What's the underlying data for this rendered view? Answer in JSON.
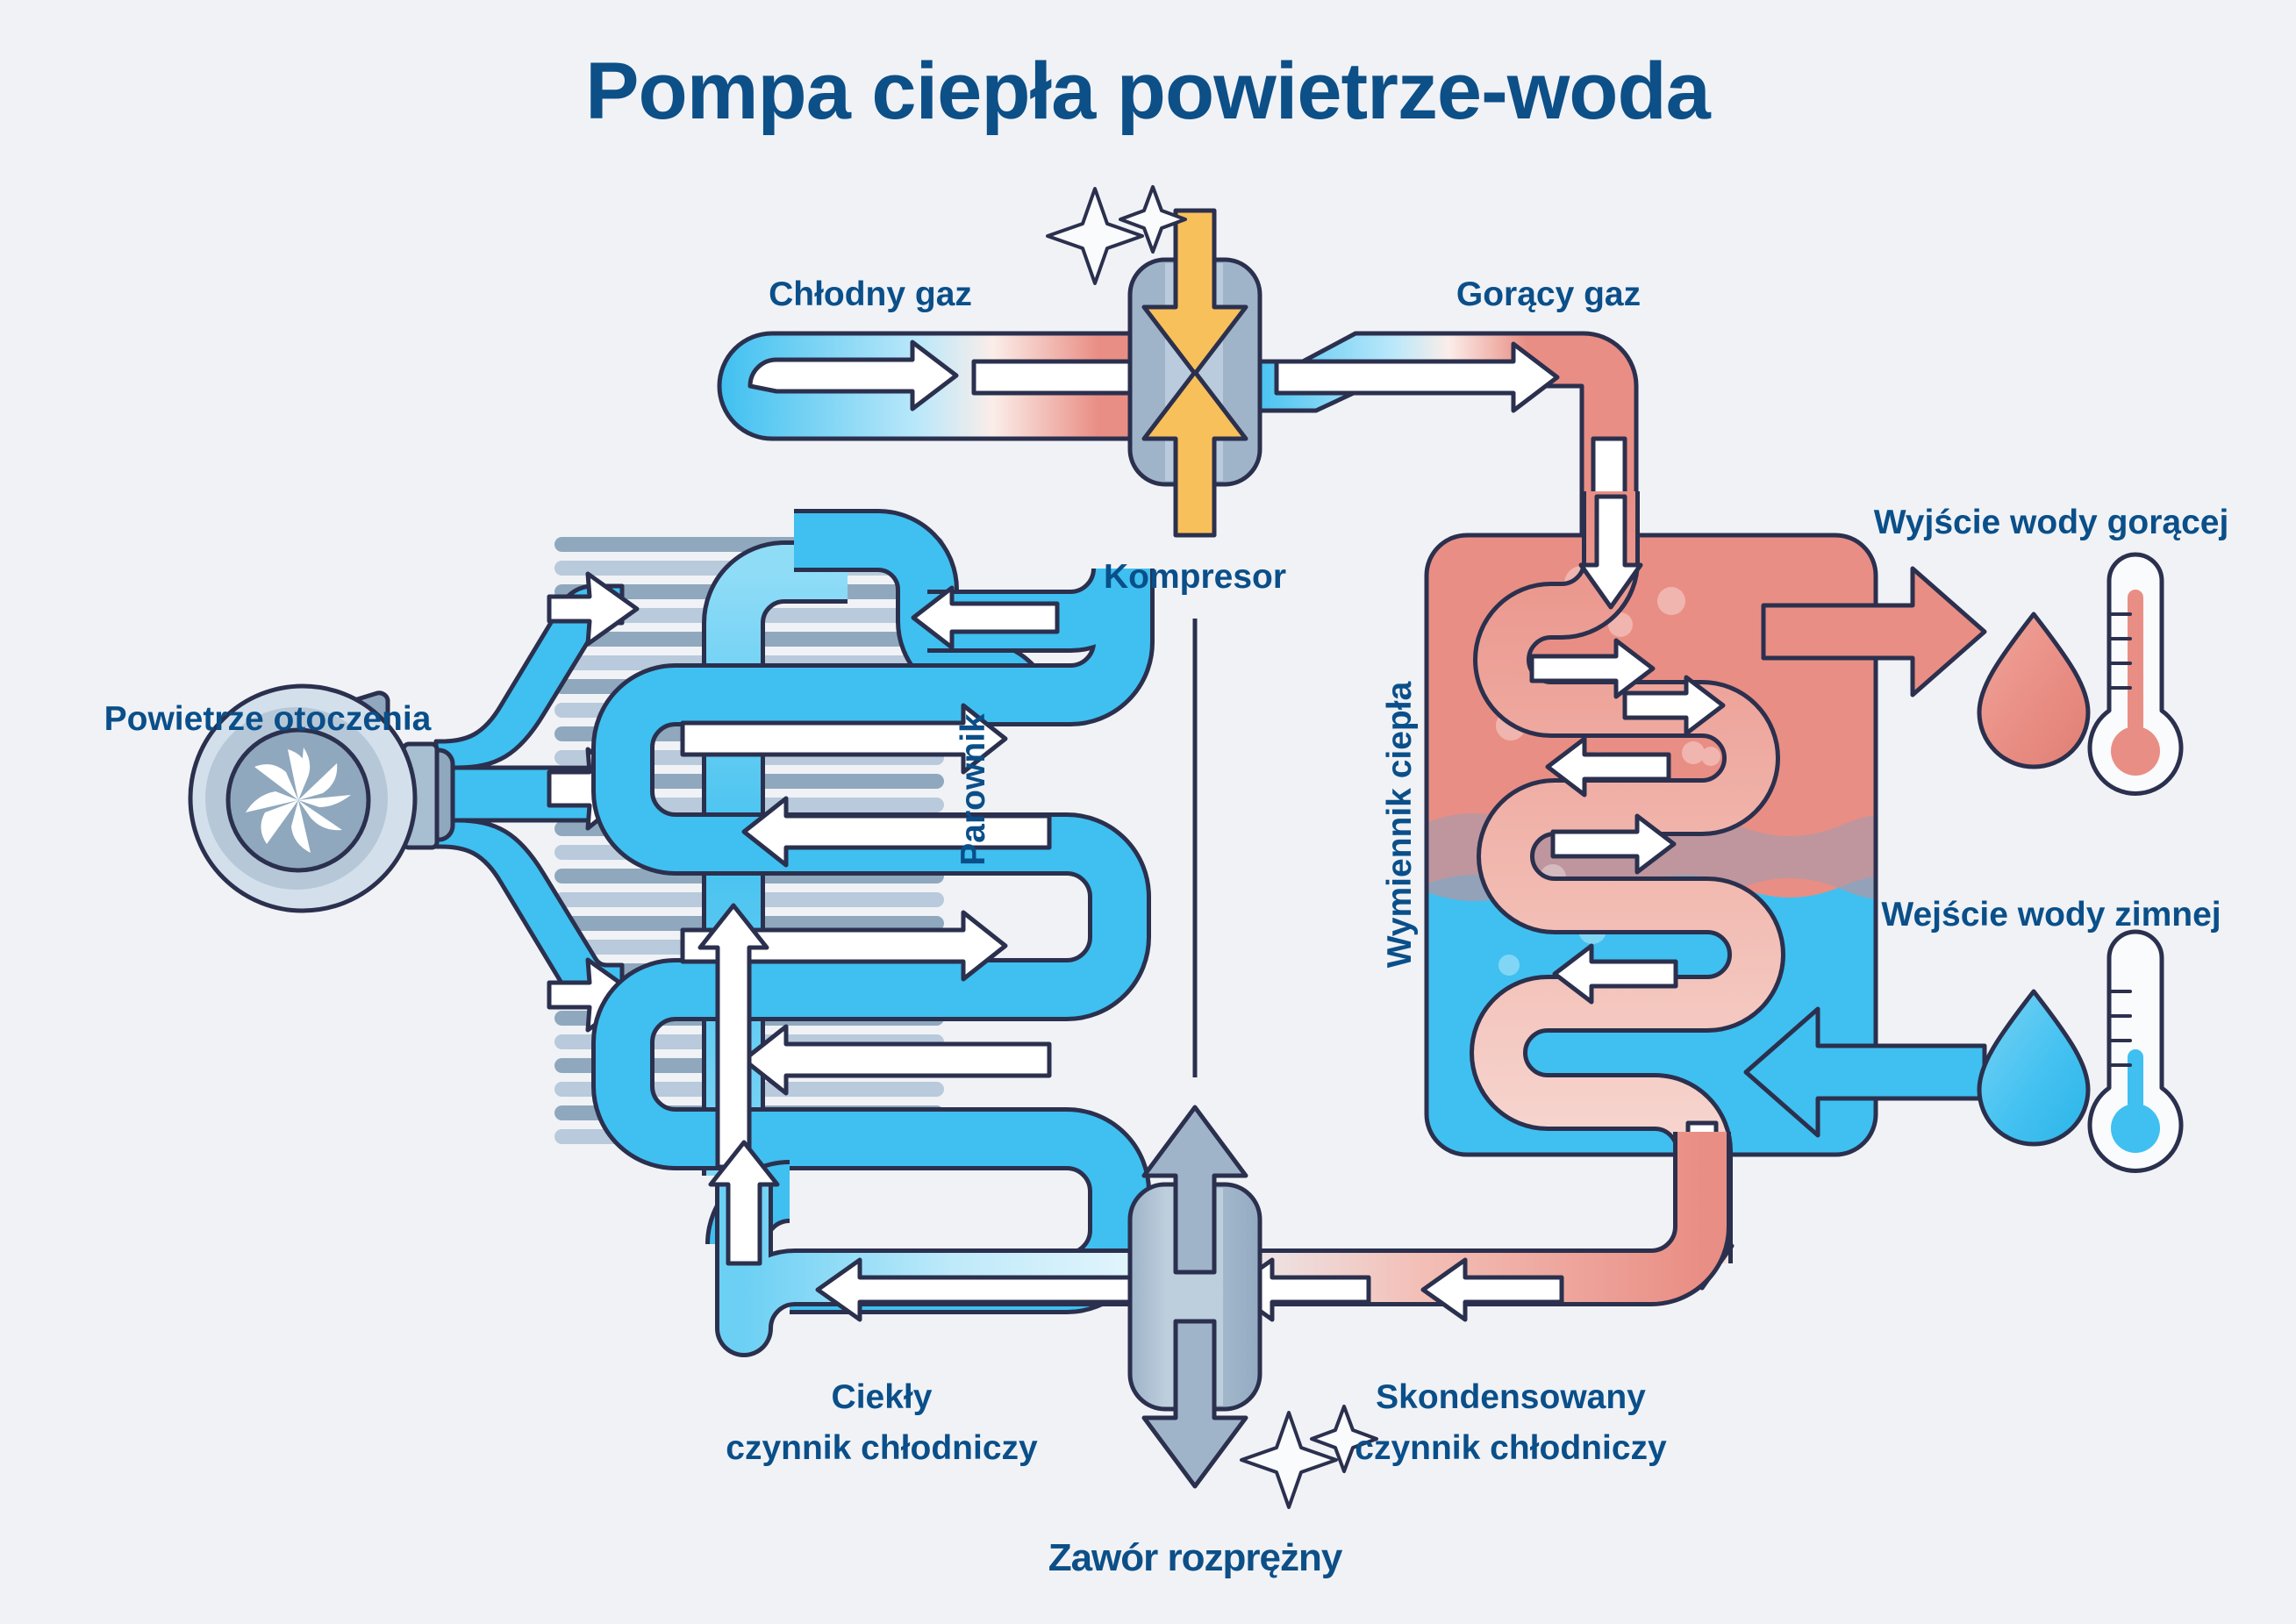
{
  "page": {
    "title": "Pompa ciepła powietrze-woda",
    "background_color": "#F0F2F6",
    "label_color": "#0A4F89"
  },
  "labels": {
    "ambient_air": "Powietrze otoczenia",
    "cold_gas": "Chłodny gaz",
    "hot_gas": "Gorący gaz",
    "compressor": "Kompresor",
    "evaporator": "Parownik",
    "heat_exchanger": "Wymiennik ciepła",
    "hot_water_outlet": "Wyjście wody gorącej",
    "cold_water_inlet": "Wejście wody zimnej",
    "liquid_refrigerant_line1": "Ciekły",
    "liquid_refrigerant_line2": "czynnik chłodniczy",
    "condensed_refrigerant_line1": "Skondensowany",
    "condensed_refrigerant_line2": "czynnik chłodniczy",
    "expansion_valve": "Zawór rozprężny"
  },
  "icons": {
    "fan": "fan-icon",
    "compressor_body": "compressor-icon",
    "expansion_valve_body": "expansion-valve-icon",
    "sparkle": "sparkle-icon",
    "hot_droplet": "hot-water-droplet-icon",
    "cold_droplet": "cold-water-droplet-icon",
    "hot_thermometer": "hot-thermometer-icon",
    "cold_thermometer": "cold-thermometer-icon",
    "arrow": "flow-arrow-icon"
  },
  "colors": {
    "refrigerant_cold": "#3FC0F0",
    "refrigerant_cold_light": "#CFEFFB",
    "refrigerant_hot": "#E98E84",
    "water_hot": "#E98E84",
    "water_cold": "#3FC0F0",
    "fin_dark": "#8FA8BE",
    "fin_light": "#B8CADB",
    "stroke": "#2B304E",
    "compressor_yellow": "#F8C05A",
    "valve_gray": "#9FB4C9",
    "label_blue": "#0A4F89",
    "white": "#FFFFFF"
  },
  "chart_data": {
    "type": "diagram",
    "title": "Pompa ciepła powietrze-woda",
    "description": "Air-to-water heat pump refrigeration cycle schematic",
    "stages": [
      {
        "order": 1,
        "name": "Powietrze otoczenia",
        "component": "fan",
        "medium": "air",
        "color": "#3FC0F0"
      },
      {
        "order": 2,
        "name": "Parownik",
        "component": "evaporator",
        "medium": "refrigerant",
        "state": "Chłodny gaz",
        "color": "#3FC0F0"
      },
      {
        "order": 3,
        "name": "Kompresor",
        "component": "compressor",
        "medium": "refrigerant",
        "transition": "Chłodny gaz → Gorący gaz",
        "color": "#F8C05A"
      },
      {
        "order": 4,
        "name": "Wymiennik ciepła",
        "component": "heat-exchanger",
        "medium": "refrigerant+water",
        "state": "Gorący gaz → Skondensowany czynnik chłodniczy",
        "color": "#E98E84"
      },
      {
        "order": 5,
        "name": "Zawór rozprężny",
        "component": "expansion-valve",
        "medium": "refrigerant",
        "state": "Skondensowany → Ciekły czynnik chłodniczy",
        "color": "#9FB4C9"
      }
    ],
    "ports": [
      {
        "name": "Wyjście wody gorącej",
        "side": "right-top",
        "temperature": "hot",
        "color": "#E98E84"
      },
      {
        "name": "Wejście wody zimnej",
        "side": "right-bottom",
        "temperature": "cold",
        "color": "#3FC0F0"
      }
    ]
  }
}
